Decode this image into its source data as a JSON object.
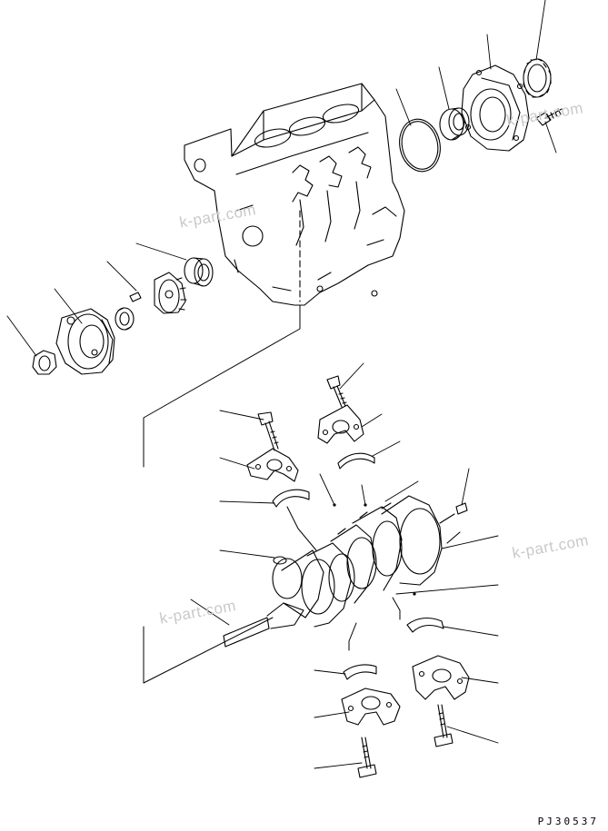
{
  "drawing": {
    "code": "PJ30537",
    "watermarks": [
      "k-part.com",
      "k-part.com",
      "k-part.com",
      "k-part.com"
    ]
  }
}
